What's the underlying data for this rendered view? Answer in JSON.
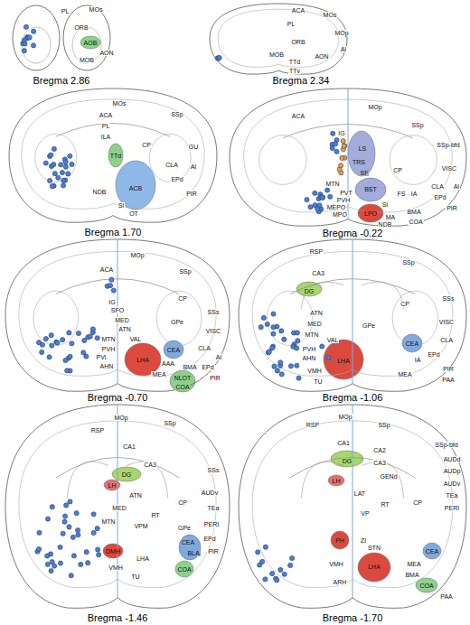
{
  "diagram": {
    "labels": [
      "PL",
      "MOs",
      "ORB",
      "AOB",
      "AON",
      "MOB",
      "Bregma 2.86",
      "ACA",
      "MOs",
      "PL",
      "MOp",
      "ORB",
      "AI",
      "MOB",
      "AON",
      "TTd",
      "TTv",
      "Bregma 2.34",
      "MOs",
      "ACA",
      "SSp",
      "PL",
      "ILA",
      "CP",
      "GU",
      "TTd",
      "CLA",
      "AI",
      "EPd",
      "ACB",
      "NDB",
      "PIR",
      "SI",
      "OT",
      "Bregma 1.70",
      "ACA",
      "MOp",
      "SSp",
      "IG",
      "SSp-bfd",
      "LS",
      "TRS",
      "CP",
      "VISC",
      "SF",
      "MTN",
      "CLA",
      "AI",
      "BST",
      "FS",
      "IA",
      "PVT",
      "EPd",
      "PVH",
      "SI",
      "MEPO",
      "PIR",
      "BMA",
      "LPO",
      "MPO",
      "MA",
      "COA",
      "NDB",
      "Bregma -0.22",
      "MOp",
      "ACA",
      "SSp",
      "CP",
      "IG",
      "SFO",
      "SSs",
      "MED",
      "GPe",
      "ATN",
      "VISC",
      "MTN",
      "VAL",
      "CLA",
      "PVH",
      "CEA",
      "AI",
      "PVi",
      "LHA",
      "AAA",
      "AHN",
      "BMA",
      "EPd",
      "MEA",
      "NLOT",
      "PIR",
      "COA",
      "Bregma -0.70",
      "RSP",
      "SSp",
      "CA3",
      "DG",
      "SSs",
      "CP",
      "ATN",
      "VISC",
      "MED",
      "GPe",
      "MTN",
      "VAL",
      "CLA",
      "CEA",
      "PVH",
      "EPd",
      "AHN",
      "LHA",
      "IA",
      "PIR",
      "VMH",
      "MEA",
      "PAA",
      "TU",
      "Bregma -1.06",
      "MOp",
      "SSp",
      "RSP",
      "CA1",
      "CA3",
      "SSs",
      "DG",
      "LH",
      "AUDv",
      "ATN",
      "CP",
      "MED",
      "TEa",
      "RT",
      "MTN",
      "PERI",
      "VPM",
      "GPe",
      "EPd",
      "CEA",
      "DMH",
      "PIR",
      "BLA",
      "LHA",
      "VMH",
      "COA",
      "TU",
      "Bregma -1.46",
      "MOp",
      "RSP",
      "SSp",
      "CA1",
      "SSp-bfd",
      "CA2",
      "AUDd",
      "DG",
      "CA3",
      "AUDp",
      "GENd",
      "LH",
      "AUDv",
      "LAT",
      "TEa",
      "CP",
      "RT",
      "PERI",
      "VP",
      "PH",
      "ZI",
      "STN",
      "CEA",
      "LHA",
      "MEA",
      "VMH",
      "ARH",
      "BMA",
      "COA",
      "PAA",
      "Bregma -1.70"
    ]
  }
}
